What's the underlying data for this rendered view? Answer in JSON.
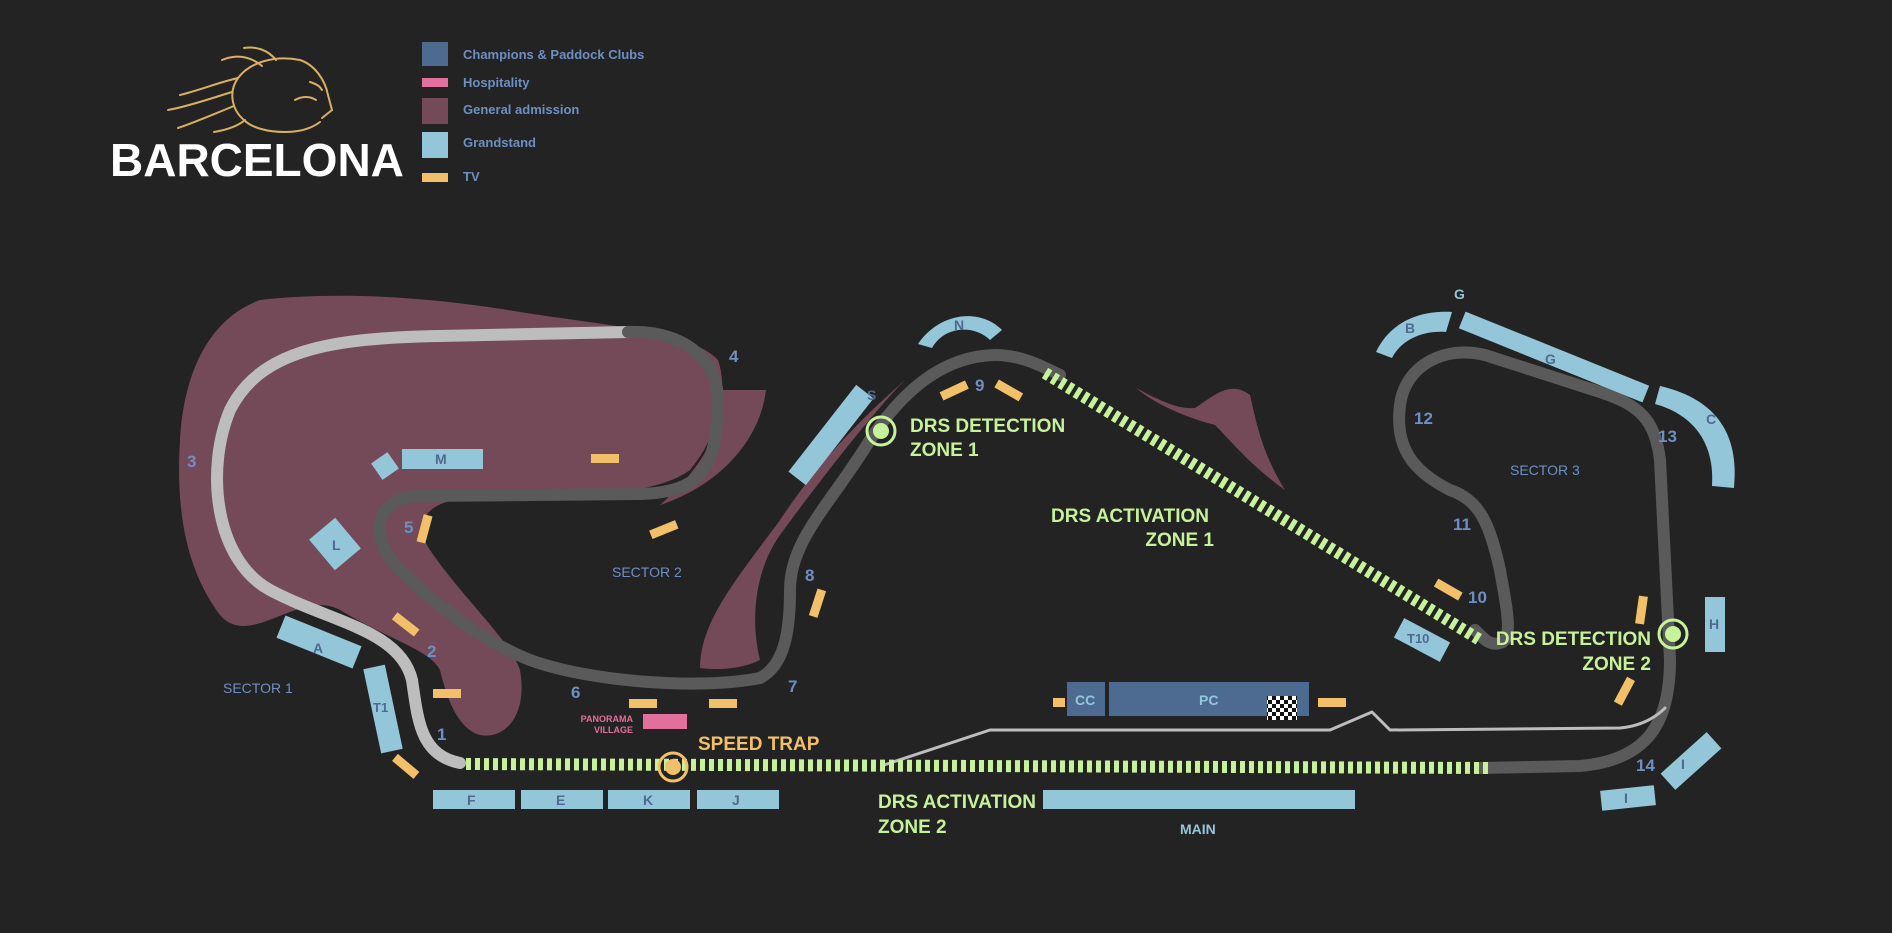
{
  "brand": {
    "name": "BARCELONA",
    "logo": "lion-head-icon"
  },
  "colors": {
    "background": "#232323",
    "champions_paddock": "#4d6b91",
    "hospitality": "#e36f9c",
    "general_admission": "#744a58",
    "grandstand": "#94c6da",
    "tv": "#f3c06a",
    "drs": "#c6f29a",
    "track_light": "#bdbdbd",
    "track_dark": "#5a5a5a",
    "turn_number": "#6d8fc4",
    "sector": "#6d8fc4",
    "speed_trap": "#f3c06a"
  },
  "legend": [
    {
      "key": "champions_paddock",
      "label": "Champions & Paddock Clubs"
    },
    {
      "key": "hospitality",
      "label": "Hospitality"
    },
    {
      "key": "general_admission",
      "label": "General admission"
    },
    {
      "key": "grandstand",
      "label": "Grandstand"
    },
    {
      "key": "tv",
      "label": "TV"
    }
  ],
  "sectors": [
    "SECTOR 1",
    "SECTOR 2",
    "SECTOR 3"
  ],
  "turns": [
    "1",
    "2",
    "3",
    "4",
    "5",
    "6",
    "7",
    "8",
    "9",
    "10",
    "11",
    "12",
    "13",
    "14"
  ],
  "grandstands": [
    "A",
    "B",
    "C",
    "F",
    "E",
    "K",
    "J",
    "G",
    "G",
    "H",
    "I",
    "I",
    "L",
    "M",
    "N",
    "S",
    "T1",
    "T10"
  ],
  "main_stand": "MAIN",
  "paddock": {
    "cc": "CC",
    "pc": "PC"
  },
  "hospitality_label": {
    "line1": "PANORAMA",
    "line2": "VILLAGE"
  },
  "drs": {
    "detection1": {
      "line1": "DRS DETECTION",
      "line2": "ZONE 1"
    },
    "detection2": {
      "line1": "DRS DETECTION",
      "line2": "ZONE 2"
    },
    "activation1": {
      "line1": "DRS ACTIVATION",
      "line2": "ZONE 1"
    },
    "activation2": {
      "line1": "DRS ACTIVATION",
      "line2": "ZONE 2"
    }
  },
  "speed_trap": "SPEED TRAP",
  "finish_flag": "checkered-flag-icon"
}
